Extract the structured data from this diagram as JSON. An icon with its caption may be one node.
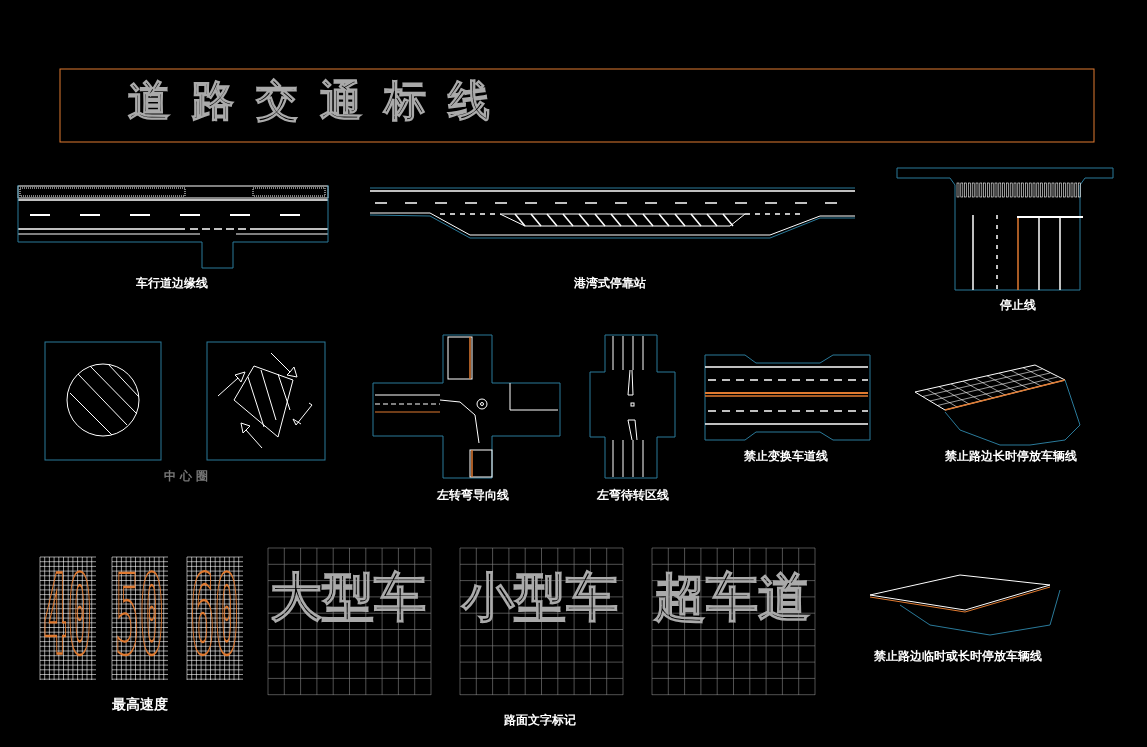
{
  "diagram": {
    "title": "道路交通标线",
    "labels": [
      "车行道边缘线",
      "港湾式停靠站",
      "停止线",
      "中心圈",
      "左转弯导向线",
      "左弯待转区线",
      "禁止变换车道线",
      "禁止路边长时停放车辆线",
      "40",
      "50",
      "60",
      "大型车",
      "小型车",
      "超车道",
      "禁止路边临时或长时停放车辆线",
      "最高速度",
      "路面文字标记"
    ]
  }
}
